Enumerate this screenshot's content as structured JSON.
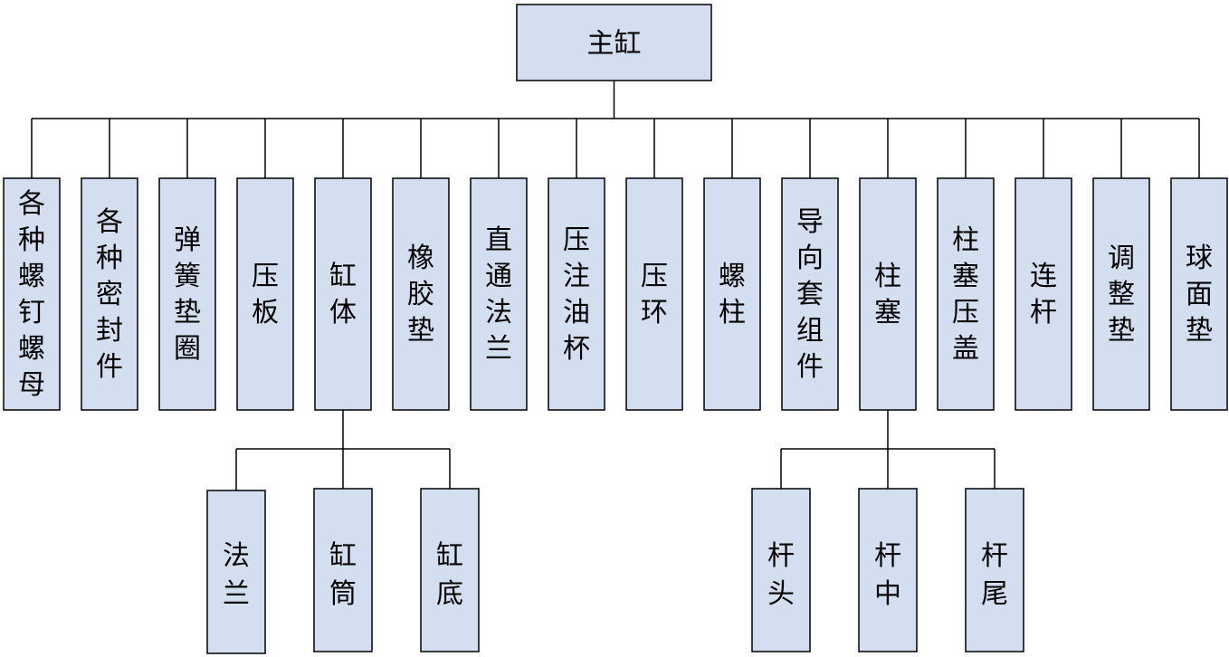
{
  "root": {
    "label": "主缸"
  },
  "components": [
    {
      "id": "c1",
      "label": "各种螺钉螺母"
    },
    {
      "id": "c2",
      "label": "各种密封件"
    },
    {
      "id": "c3",
      "label": "弹簧垫圈"
    },
    {
      "id": "c4",
      "label": "压板"
    },
    {
      "id": "c5",
      "label": "缸体",
      "children": [
        {
          "label": "法兰"
        },
        {
          "label": "缸筒"
        },
        {
          "label": "缸底"
        }
      ]
    },
    {
      "id": "c6",
      "label": "橡胶垫"
    },
    {
      "id": "c7",
      "label": "直通法兰"
    },
    {
      "id": "c8",
      "label": "压注油杯"
    },
    {
      "id": "c9",
      "label": "压环"
    },
    {
      "id": "c10",
      "label": "螺柱"
    },
    {
      "id": "c11",
      "label": "导向套组件"
    },
    {
      "id": "c12",
      "label": "柱塞",
      "children": [
        {
          "label": "杆头"
        },
        {
          "label": "杆中"
        },
        {
          "label": "杆尾"
        }
      ]
    },
    {
      "id": "c13",
      "label": "柱塞压盖"
    },
    {
      "id": "c14",
      "label": "连杆"
    },
    {
      "id": "c15",
      "label": "调整垫"
    },
    {
      "id": "c16",
      "label": "球面垫"
    }
  ],
  "colors": {
    "box_fill": "#d3dff0",
    "stroke": "#000000",
    "text": "#000000"
  }
}
